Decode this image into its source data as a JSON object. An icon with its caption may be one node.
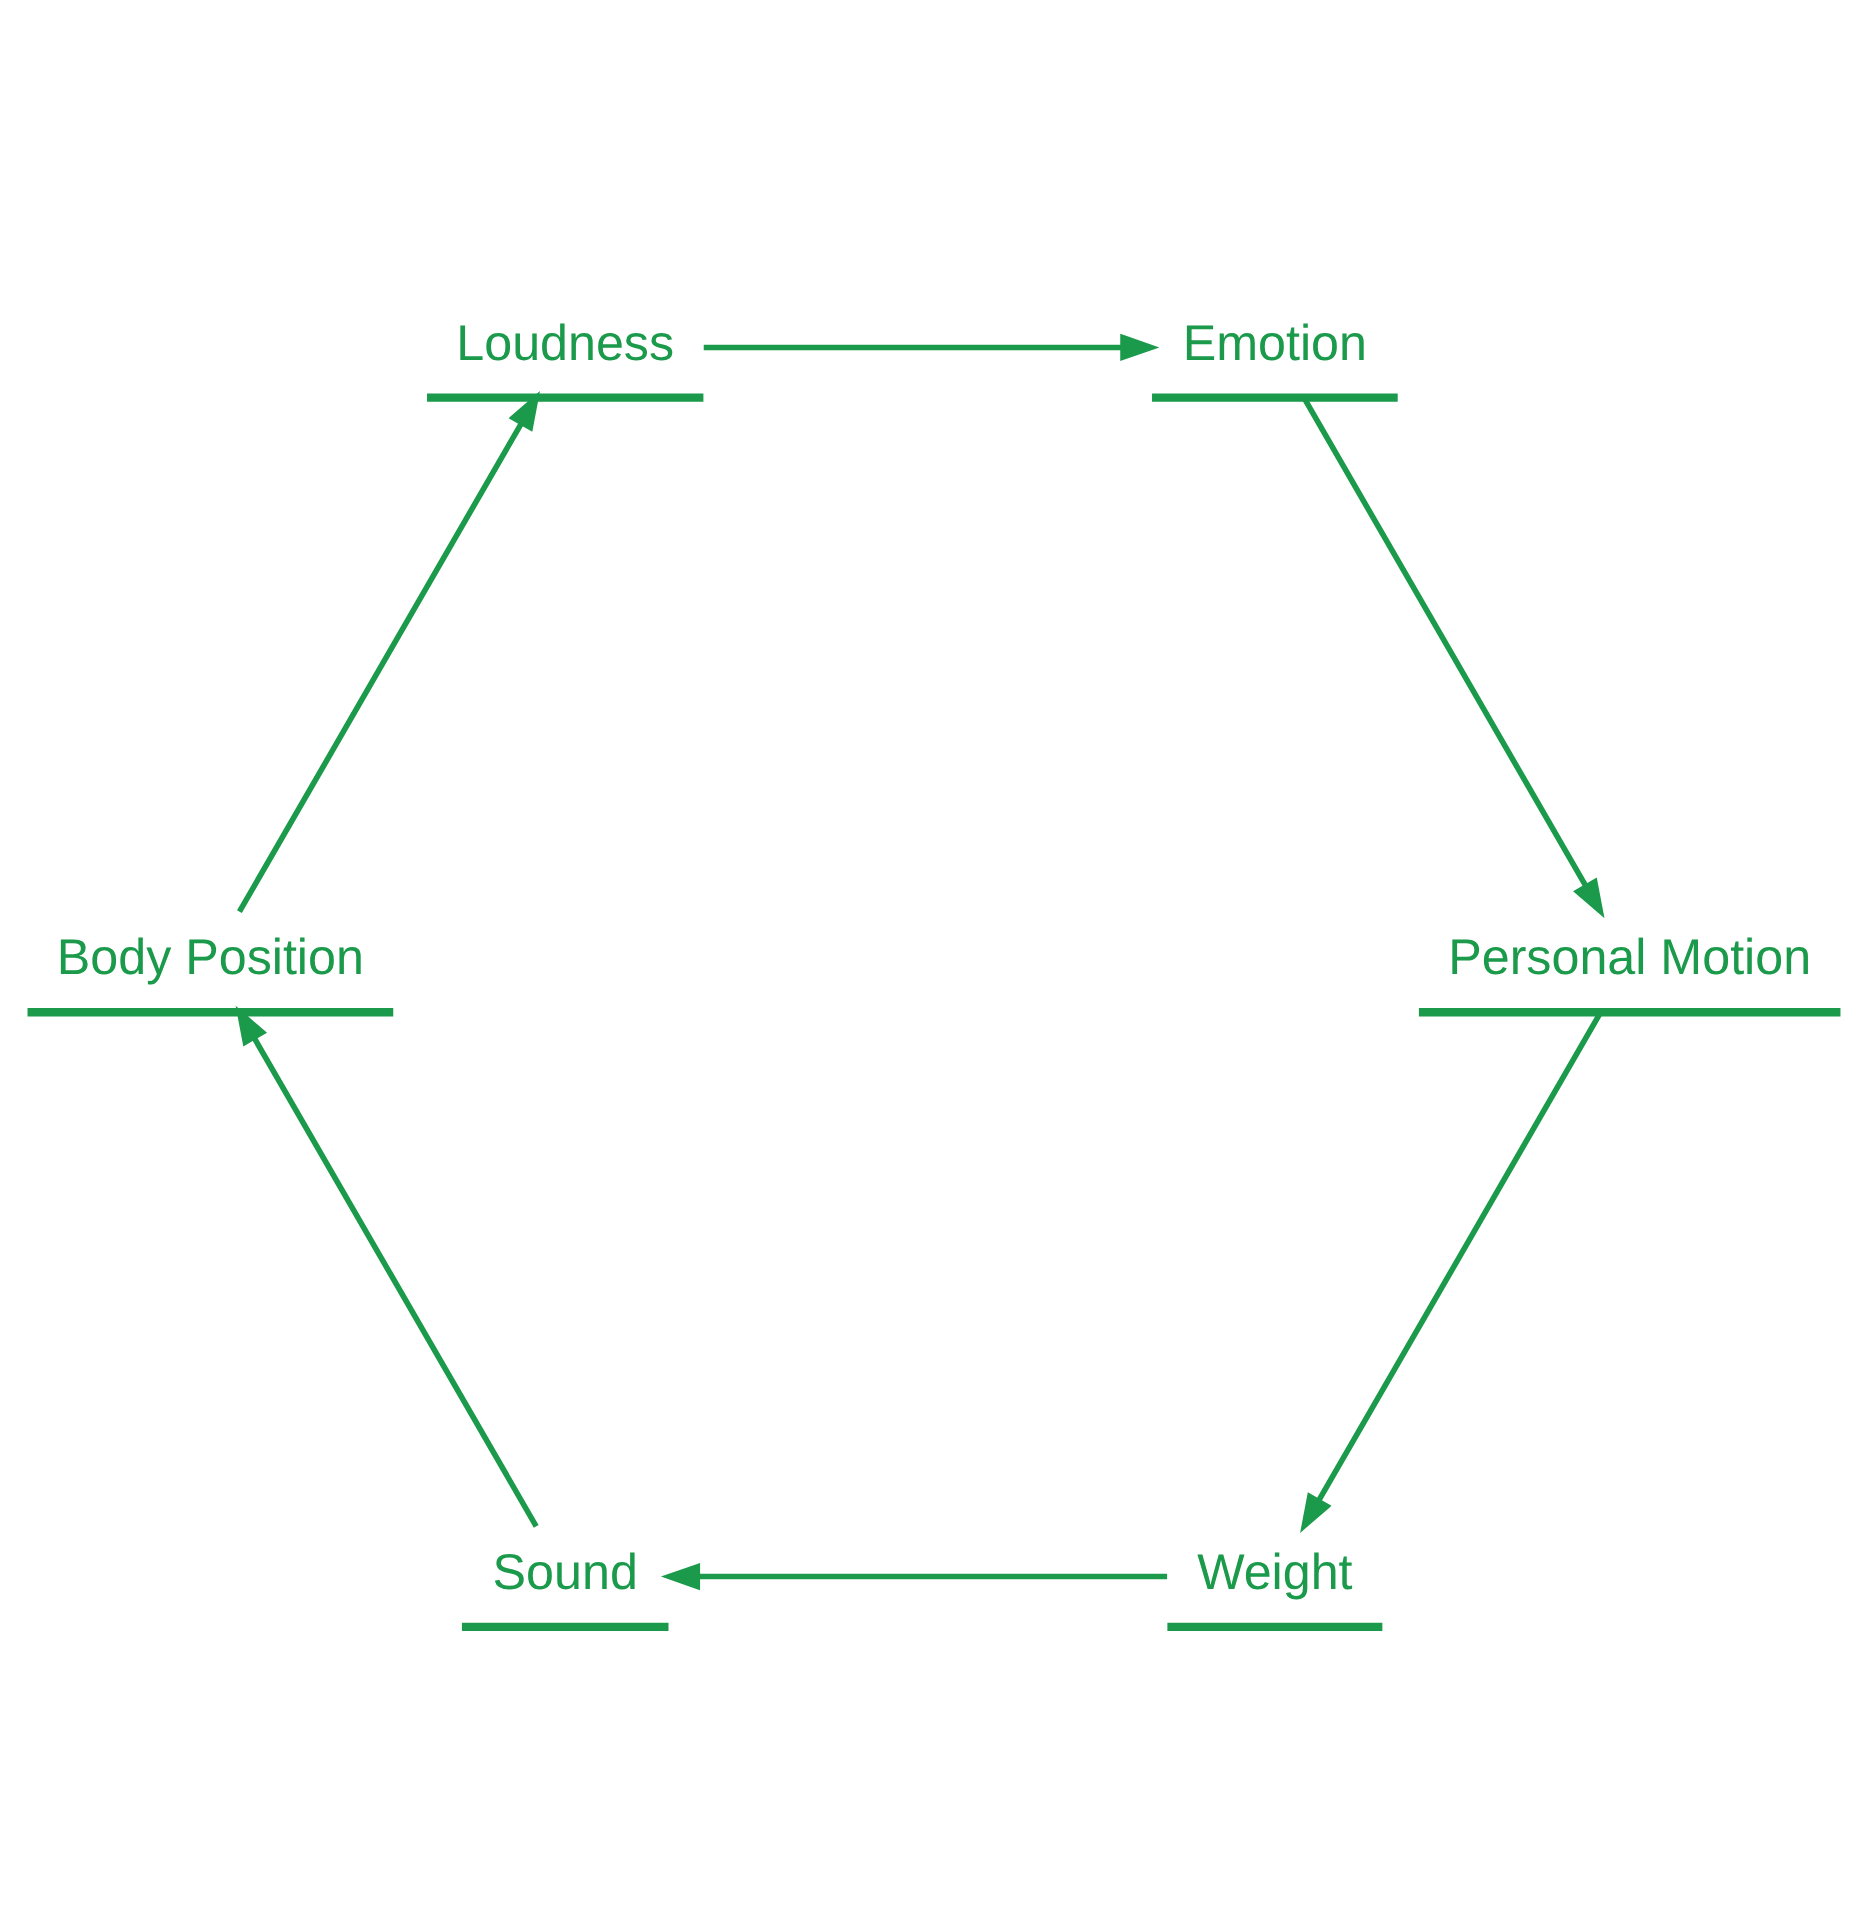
{
  "diagram": {
    "nodes": [
      {
        "text": [
          "Weight"
        ]
      },
      {
        "text": [
          "Personal Motion"
        ]
      },
      {
        "text": [
          "Sound"
        ]
      },
      {
        "text": [
          "Emotion"
        ]
      },
      {
        "text": [
          "Body Position"
        ]
      },
      {
        "text": [
          "Loudness"
        ]
      }
    ],
    "edges": [
      {
        "from": 1,
        "to": 0,
        "arrow": "to"
      },
      {
        "from": 0,
        "to": 2,
        "arrow": "to"
      },
      {
        "from": 2,
        "to": 4,
        "arrow": "to"
      },
      {
        "from": 4,
        "to": 5,
        "arrow": "to"
      },
      {
        "from": 5,
        "to": 3,
        "arrow": "to"
      },
      {
        "from": 3,
        "to": 1,
        "arrow": "to"
      }
    ]
  }
}
